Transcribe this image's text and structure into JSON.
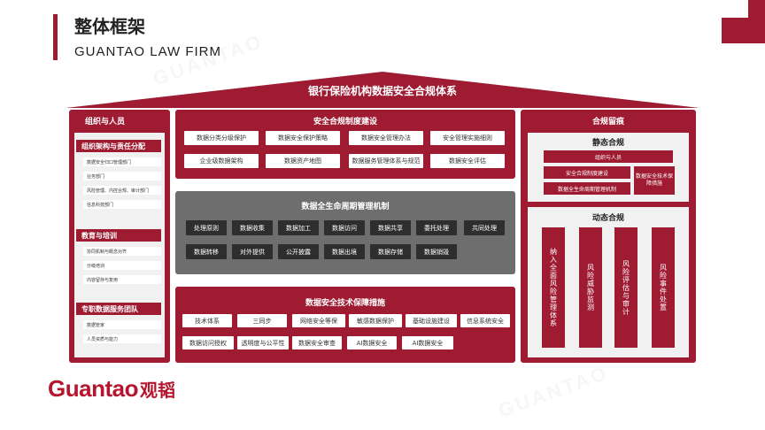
{
  "header": {
    "title": "整体框架",
    "subtitle": "GUANTAO LAW FIRM"
  },
  "roof": {
    "title": "银行保险机构数据安全合规体系"
  },
  "left_panel": {
    "title": "组织与人员",
    "groups": [
      {
        "label": "组织架构与责任分配",
        "items": [
          "数据安全归口管理部门",
          "业务部门",
          "风险管理、内控合规、审计部门",
          "信息科技部门"
        ]
      },
      {
        "label": "教育与培训",
        "items": [
          "协同机制与概念对齐",
          "分级培训",
          "内容留存与复用"
        ]
      },
      {
        "label": "专职数据服务团队",
        "items": [
          "数据管家",
          "人员资质与能力"
        ]
      }
    ]
  },
  "policy_panel": {
    "title": "安全合规制度建设",
    "items": [
      "数据分类分级保护",
      "数据安全保护策略",
      "数据安全管理办法",
      "安全管理实施细则",
      "企业级数据架构",
      "数据资产地图",
      "数据服务管理体系与规范",
      "数据安全评估"
    ]
  },
  "lifecycle_panel": {
    "title": "数据全生命周期管理机制",
    "row1": [
      "处理原则",
      "数据收集",
      "数据加工",
      "数据访问",
      "数据共享",
      "委托处理",
      "共同处理"
    ],
    "row2": [
      "数据转移",
      "对外提供",
      "公开披露",
      "数据出境",
      "数据存储",
      "数据销毁"
    ]
  },
  "tech_panel": {
    "title": "数据安全技术保障措施",
    "row1": [
      "技术体系",
      "三同步",
      "网络安全等保",
      "敏感数据保护",
      "基础设施建设",
      "信息系统安全"
    ],
    "row2": [
      "数据访问授权",
      "透明度与公平性",
      "数据安全审查",
      "AI数据安全",
      "AI数据安全"
    ]
  },
  "right_panel": {
    "title": "合规留痕",
    "static": {
      "title": "静态合规",
      "items": [
        "组织与人员",
        "安全合规制度建设",
        "数据全生命周期管理机制"
      ],
      "side_item": "数据安全技术保障措施"
    },
    "dynamic": {
      "title": "动态合规",
      "items": [
        "纳入全面风险管理体系",
        "风险威胁监测",
        "风险评估与审计",
        "风险事件处置"
      ]
    }
  },
  "logo": {
    "text_latin": "Guantao",
    "text_cn": "观韬"
  },
  "watermark_text": "GUANTAO",
  "colors": {
    "brand": "#9e1b32",
    "dark": "#2e2e2e",
    "white": "#ffffff"
  }
}
